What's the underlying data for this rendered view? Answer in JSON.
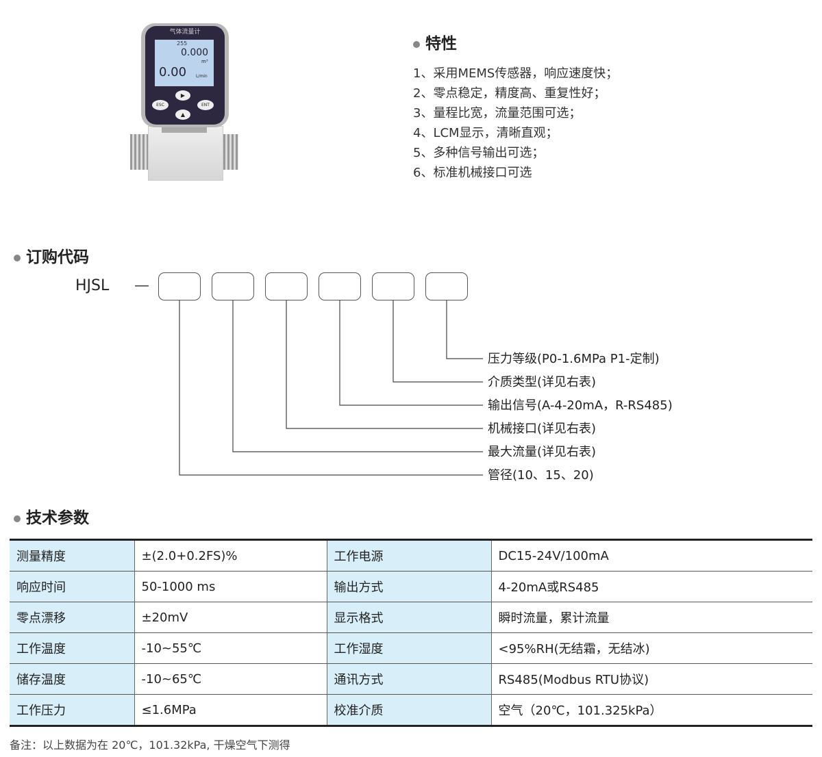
{
  "device": {
    "title": "气体流量计",
    "lcd_top": "255",
    "lcd_total": "0.000",
    "lcd_total_unit": "m³",
    "lcd_flow": "0.00",
    "lcd_flow_unit": "L/min",
    "btn_esc": "ESC",
    "btn_ent": "ENT"
  },
  "features": {
    "title": "特性",
    "items": [
      "1、采用MEMS传感器，响应速度快；",
      "2、零点稳定，精度高、重复性好；",
      "3、量程比宽，流量范围可选；",
      "4、LCM显示，清晰直观；",
      "5、多种信号输出可选；",
      "6、标准机械接口可选"
    ]
  },
  "order": {
    "title": "订购代码",
    "prefix": "HJSL",
    "dash": "—",
    "labels": [
      "压力等级(P0-1.6MPa P1-定制)",
      "介质类型(详见右表)",
      "输出信号(A-4-20mA，R-RS485)",
      "机械接口(详见右表)",
      "最大流量(详见右表)",
      "管径(10、15、20)"
    ]
  },
  "specs": {
    "title": "技术参数",
    "rows": [
      [
        "测量精度",
        "±(2.0+0.2FS)%",
        "工作电源",
        "DC15-24V/100mA"
      ],
      [
        "响应时间",
        "50-1000 ms",
        "输出方式",
        "4-20mA或RS485"
      ],
      [
        "零点漂移",
        "±20mV",
        "显示格式",
        "瞬时流量，累计流量"
      ],
      [
        "工作温度",
        "-10~55℃",
        "工作湿度",
        "<95%RH(无结霜，无结冰)"
      ],
      [
        "储存温度",
        "-10~65℃",
        "通讯方式",
        "RS485(Modbus RTU协议)"
      ],
      [
        "工作压力",
        "≤1.6MPa",
        "校准介质",
        "空气（20℃，101.325kPa）"
      ]
    ],
    "note": "备注：以上数据为在 20℃，101.32kPa, 干燥空气下测得"
  }
}
